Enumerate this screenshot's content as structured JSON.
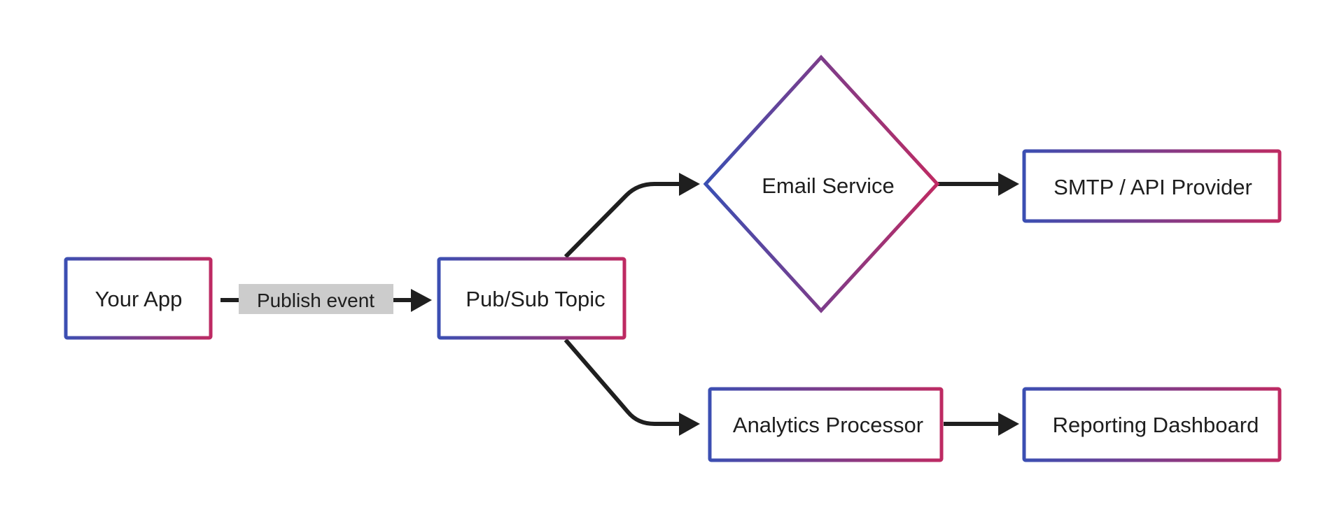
{
  "diagram": {
    "type": "flowchart",
    "colors": {
      "gradient_start": "#3a4fb3",
      "gradient_end": "#bf2a62",
      "edge": "#1f1f1f",
      "text": "#1e1e1e",
      "edge_label_bg": "#cccccc",
      "background": "#ffffff"
    },
    "nodes": [
      {
        "id": "your-app",
        "label": "Your App",
        "shape": "rectangle"
      },
      {
        "id": "pubsub-topic",
        "label": "Pub/Sub Topic",
        "shape": "rectangle"
      },
      {
        "id": "email-service",
        "label": "Email Service",
        "shape": "diamond"
      },
      {
        "id": "smtp-provider",
        "label": "SMTP / API Provider",
        "shape": "rectangle"
      },
      {
        "id": "analytics-processor",
        "label": "Analytics Processor",
        "shape": "rectangle"
      },
      {
        "id": "reporting-dashboard",
        "label": "Reporting Dashboard",
        "shape": "rectangle"
      }
    ],
    "edges": [
      {
        "from": "your-app",
        "to": "pubsub-topic",
        "label": "Publish event"
      },
      {
        "from": "pubsub-topic",
        "to": "email-service",
        "label": ""
      },
      {
        "from": "pubsub-topic",
        "to": "analytics-processor",
        "label": ""
      },
      {
        "from": "email-service",
        "to": "smtp-provider",
        "label": ""
      },
      {
        "from": "analytics-processor",
        "to": "reporting-dashboard",
        "label": ""
      }
    ]
  }
}
